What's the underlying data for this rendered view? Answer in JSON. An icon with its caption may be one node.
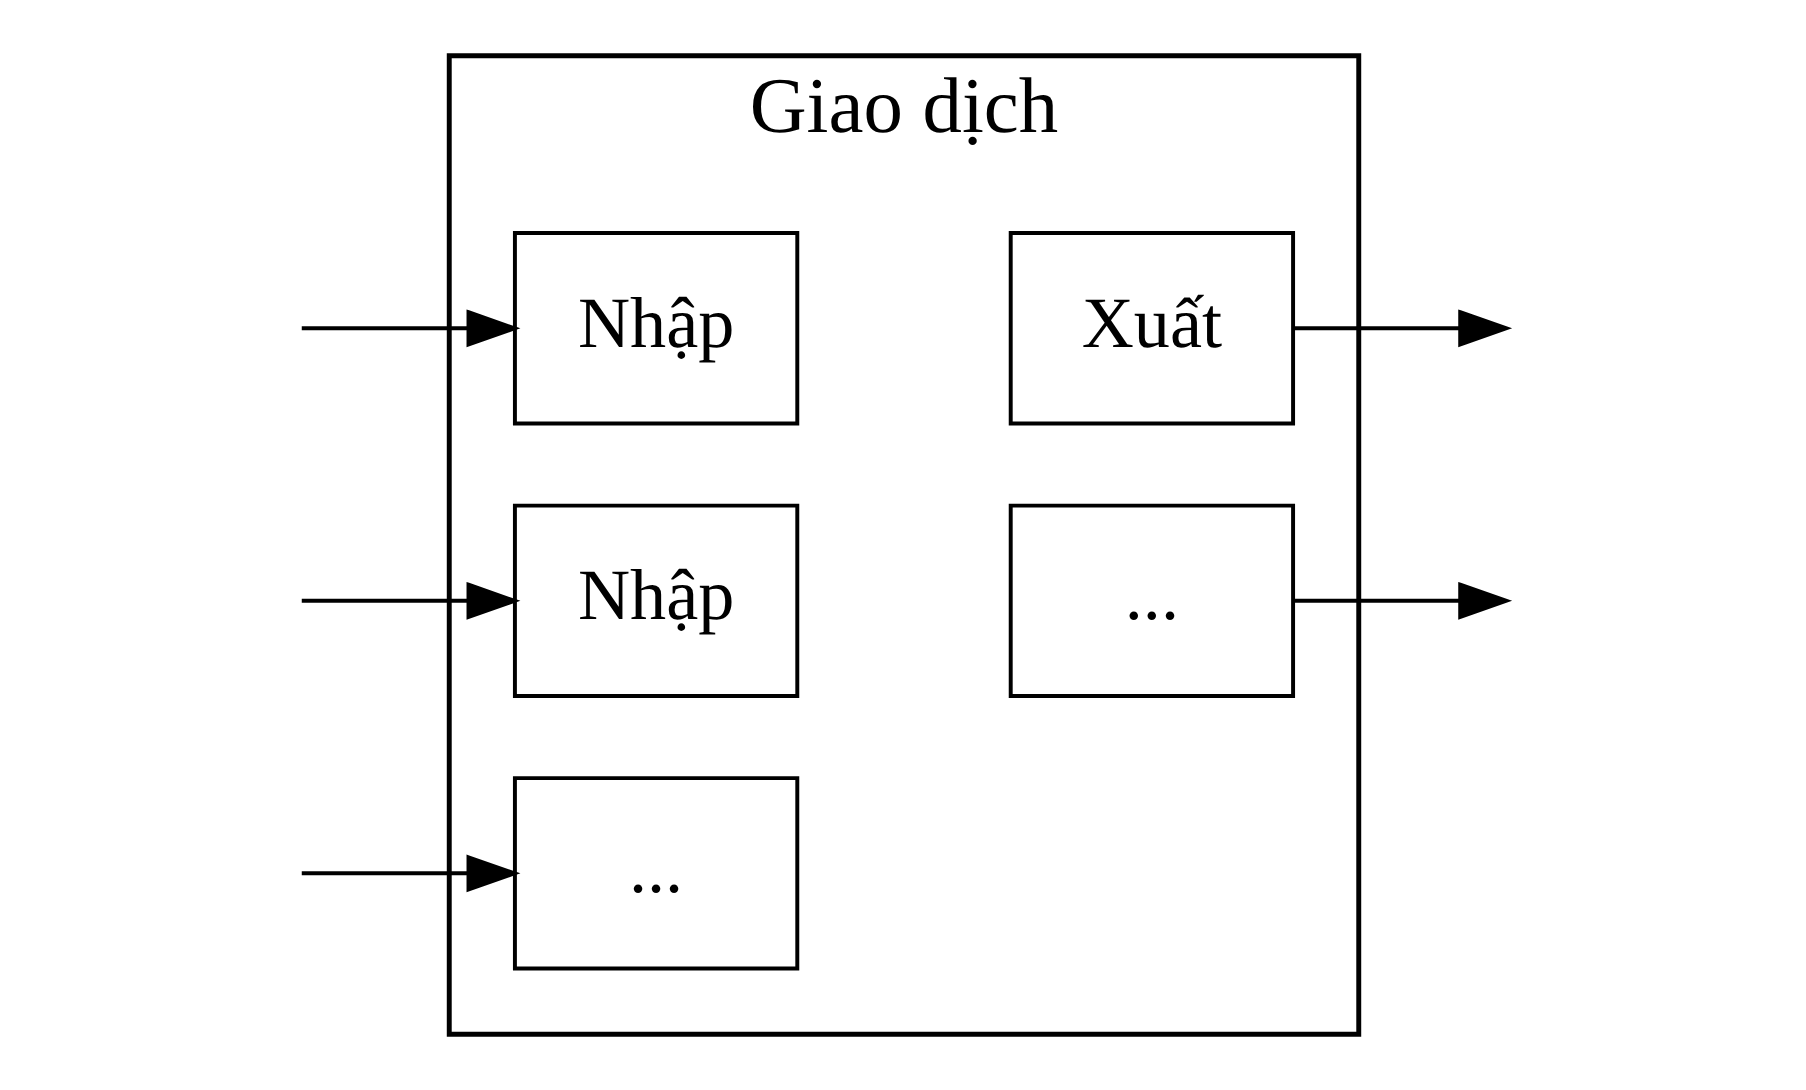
{
  "diagram": {
    "nodes": [
      {
        "text": [
          "Giao dịch"
        ]
      },
      {
        "text": [
          "Nhập"
        ],
        "in": 0
      },
      {
        "text": [
          "Xuất"
        ],
        "in": 0
      },
      {
        "text": [
          "Nhập"
        ],
        "in": 0
      },
      {
        "text": [
          "..."
        ],
        "in": 0
      },
      {
        "text": [
          "..."
        ],
        "in": 0
      }
    ],
    "edges": [
      {
        "from": null,
        "to": 1,
        "arrow": "to"
      },
      {
        "from": 2,
        "to": null,
        "arrow": "to"
      },
      {
        "from": null,
        "to": 3,
        "arrow": "to"
      },
      {
        "from": 4,
        "to": null,
        "arrow": "to"
      },
      {
        "from": null,
        "to": 5,
        "arrow": "to"
      }
    ]
  }
}
